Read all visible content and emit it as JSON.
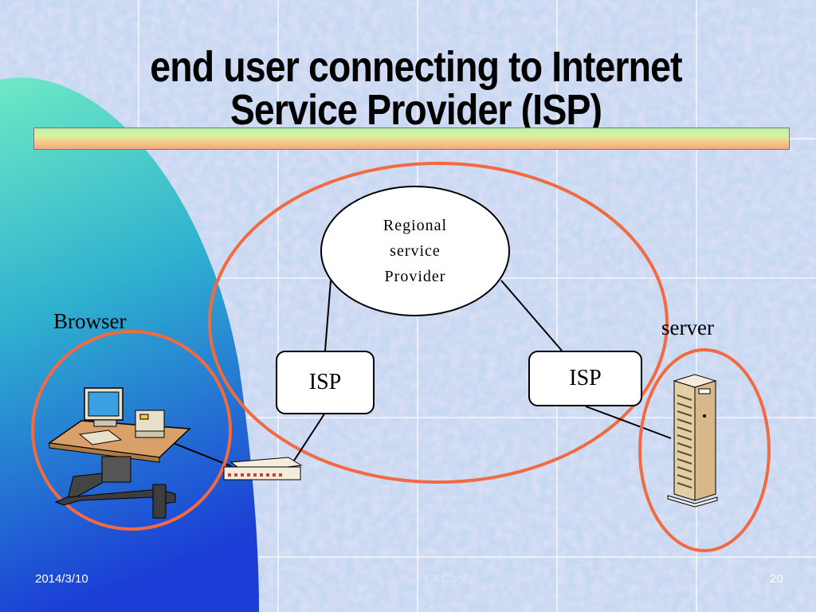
{
  "slide": {
    "title_line1": "end user connecting to Internet",
    "title_line2": "Service Provider (ISP)"
  },
  "diagram": {
    "regional": {
      "line1": "Regional",
      "line2": "service",
      "line3": "Provider"
    },
    "isp_left": "ISP",
    "isp_right": "ISP",
    "browser_label": "Browser",
    "server_label": "server"
  },
  "footer": {
    "date": "2014/3/10",
    "author": "Y KChoi",
    "page": "20"
  },
  "colors": {
    "background": "#c6d8f2",
    "accent_circle": "#f26a40",
    "swoosh_top": "#6ee9c4",
    "swoosh_bottom": "#1b3fd6"
  }
}
